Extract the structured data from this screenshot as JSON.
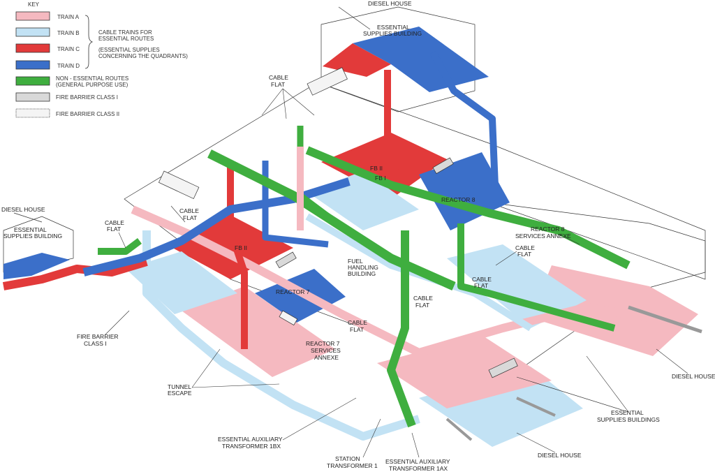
{
  "colors": {
    "train_a": "#f5b9c0",
    "train_b": "#c2e2f4",
    "train_c": "#e23a3a",
    "train_d": "#3b6fc9",
    "non_essential": "#3fae3f",
    "fire_barrier_1": "#d9d9d9",
    "fire_barrier_2": "#f4f4f4"
  },
  "key": {
    "title": "KEY",
    "items": [
      {
        "label": "TRAIN A",
        "swatch": "train_a"
      },
      {
        "label": "TRAIN B",
        "swatch": "train_b"
      },
      {
        "label": "TRAIN C",
        "swatch": "train_c"
      },
      {
        "label": "TRAIN D",
        "swatch": "train_d"
      },
      {
        "label": "NON - ESSENTIAL ROUTES",
        "label2": "(GENERAL PURPOSE USE)",
        "swatch": "non_essential"
      },
      {
        "label": "FIRE BARRIER CLASS  I",
        "swatch": "fire_barrier_1"
      },
      {
        "label": "FIRE BARRIER CLASS  II",
        "swatch": "fire_barrier_2"
      }
    ],
    "brace_text": [
      "CABLE TRAINS FOR",
      "ESSENTIAL ROUTES",
      "(ESSENTIAL SUPPLIES",
      "CONCERNING THE QUADRANTS)"
    ]
  },
  "labels": {
    "diesel_house_top": "DIESEL HOUSE",
    "esb_top": [
      "ESSENTIAL",
      "SUPPLIES BUILDING"
    ],
    "cable_flat_top": [
      "CABLE",
      "FLAT"
    ],
    "diesel_house_left": "DIESEL HOUSE",
    "esb_left": [
      "ESSENTIAL",
      "SUPPLIES BUILDING"
    ],
    "cable_flat_left": [
      "CABLE",
      "FLAT"
    ],
    "cable_flat_mid_left": [
      "CABLE",
      "FLAT"
    ],
    "fb2_r7": "FB II",
    "fb2_r8": "FB II",
    "fb1_r8": "FB  I",
    "reactor_8": "REACTOR 8",
    "reactor_7": "REACTOR 7",
    "fuel_handling": [
      "FUEL",
      "HANDLING",
      "BUILDING"
    ],
    "r8_services": [
      "REACTOR 8",
      "SERVICES ANNEXE"
    ],
    "cable_flat_r8": [
      "CABLE",
      "FLAT"
    ],
    "cable_flat_green": [
      "CABLE",
      "FLAT"
    ],
    "cable_flat_center": [
      "CABLE",
      "FLAT"
    ],
    "cable_flat_r7": [
      "CABLE",
      "FLAT"
    ],
    "r7_services": [
      "REACTOR 7",
      "SERVICES",
      "ANNEXE"
    ],
    "fire_barrier_class1": [
      "FIRE BARRIER",
      "CLASS  I"
    ],
    "tunnel_escape": [
      "TUNNEL",
      "ESCAPE"
    ],
    "eat_1bx": [
      "ESSENTIAL AUXILIARY",
      "TRANSFORMER 1BX"
    ],
    "station_transformer": [
      "STATION",
      "TRANSFORMER 1"
    ],
    "eat_1ax": [
      "ESSENTIAL AUXILIARY",
      "TRANSFORMER 1AX"
    ],
    "diesel_house_bottom": "DIESEL HOUSE",
    "esb_right": [
      "ESSENTIAL",
      "SUPPLIES BUILDINGS"
    ],
    "diesel_house_right": "DIESEL HOUSE"
  }
}
